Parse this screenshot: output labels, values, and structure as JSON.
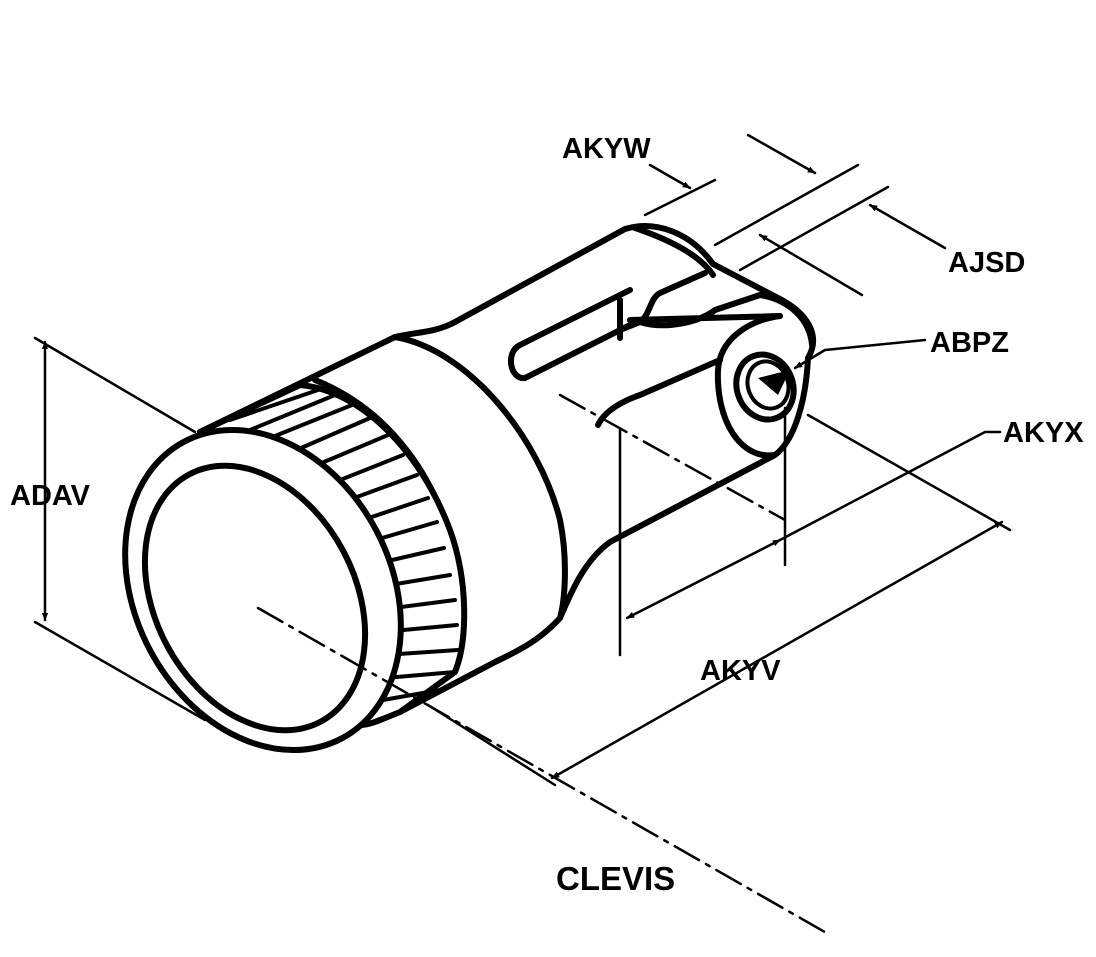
{
  "title": "CLEVIS",
  "labels": {
    "adav": "ADAV",
    "akyw": "AKYW",
    "ajsd": "AJSD",
    "abpz": "ABPZ",
    "akyx": "AKYX",
    "akyv": "AKYV"
  }
}
